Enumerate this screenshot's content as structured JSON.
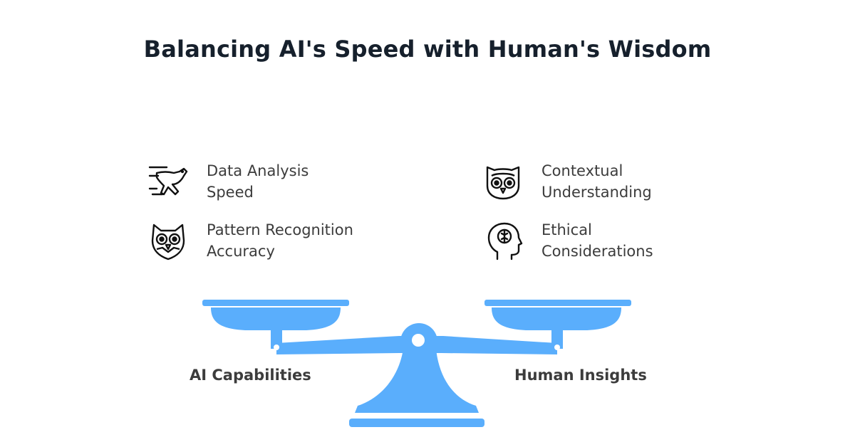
{
  "title": "Balancing AI's Speed with Human's Wisdom",
  "left_items": [
    {
      "icon": "cheetah-icon",
      "line1": "Data Analysis",
      "line2": "Speed"
    },
    {
      "icon": "owl-icon",
      "line1": "Pattern Recognition",
      "line2": "Accuracy"
    }
  ],
  "right_items": [
    {
      "icon": "owl-face-icon",
      "line1": "Contextual",
      "line2": "Understanding"
    },
    {
      "icon": "head-brain-icon",
      "line1": "Ethical",
      "line2": "Considerations"
    }
  ],
  "left_label": "AI Capabilities",
  "right_label": "Human Insights",
  "colors": {
    "scale": "#5aaefc",
    "text": "#3c3c3c",
    "title": "#16202c"
  }
}
